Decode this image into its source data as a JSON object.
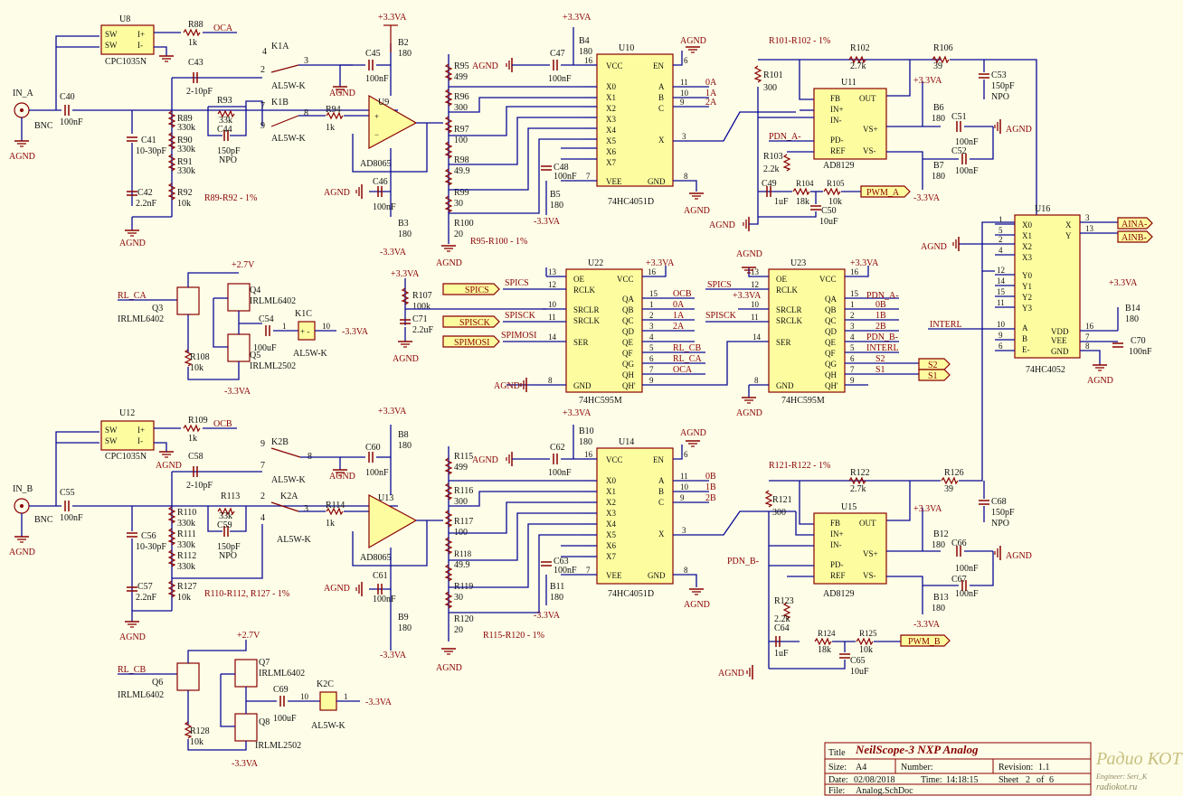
{
  "colors": {
    "background": "#fdfde8",
    "wire": "#0a0a96",
    "component": "#8a0000",
    "fill": "#fdfda0"
  },
  "notes": {
    "r89": "R89-R92 - 1%",
    "r95": "R95-R100 - 1%",
    "r101": "R101-R102 - 1%",
    "r110": "R110-R112, R127 - 1%",
    "r115": "R115-R120 - 1%",
    "r121": "R121-R122 - 1%"
  },
  "parts": {
    "u8": "U8",
    "u8_type": "CPC1035N",
    "u12": "U12",
    "u12_type": "CPC1035N",
    "u9": "U9",
    "u9_type": "AD8065",
    "u13": "U13",
    "u13_type": "AD8065",
    "u10": "U10",
    "u10_type": "74HC4051D",
    "u14": "U14",
    "u14_type": "74HC4051D",
    "u11": "U11",
    "u11_type": "AD8129",
    "u15": "U15",
    "u15_type": "AD8129",
    "u16": "U16",
    "u16_type": "74HC4052",
    "u22": "U22",
    "u22_type": "74HC595M",
    "u23": "U23",
    "u23_type": "74HC595M",
    "in_a": "IN_A",
    "in_b": "IN_B",
    "bnc": "BNC"
  },
  "nets": {
    "oca": "OCA",
    "ocb": "OCB",
    "agnd": "AGND",
    "p33": "+3.3VA",
    "m33": "-3.3VA",
    "p27": "+2.7V",
    "m33n": "-3.3VA",
    "pwm_a": "PWM_A",
    "pwm_b": "PWM_B",
    "pdn_a": "PDN_A-",
    "pdn_b": "PDN_B-",
    "aina": "AINA-",
    "ainb": "AINB-",
    "rl_ca": "RL_CA",
    "rl_cb": "RL_CB",
    "spics": "SPICS",
    "spisck": "SPISCK",
    "spimosi": "SPIMOSI",
    "interl": "INTERL",
    "s1": "S1",
    "s2": "S2"
  },
  "u10_pins_left": [
    "VCC",
    "X0",
    "X1",
    "X2",
    "X3",
    "X4",
    "X5",
    "X6",
    "X7",
    "VEE"
  ],
  "u10_pins_right": [
    "EN",
    "A",
    "B",
    "C",
    "X",
    "GND"
  ],
  "u16_pins_left": [
    "X0",
    "X1",
    "X2",
    "X3",
    "Y0",
    "Y1",
    "Y2",
    "Y3",
    "A",
    "B",
    "E-"
  ],
  "u16_pins_right": [
    "X",
    "Y",
    "VDD",
    "VEE",
    "GND"
  ],
  "u22_pins_left": [
    "OE",
    "RCLK",
    "SRCLR",
    "SRCLK",
    "SER",
    "GND"
  ],
  "u22_pins_right": [
    "VCC",
    "QA",
    "QB",
    "QC",
    "QD",
    "QE",
    "QF",
    "QG",
    "QH",
    "QH'"
  ],
  "u22_outputs": [
    "OCB",
    "0A",
    "1A",
    "2A",
    "",
    "RL_CB",
    "RL_CA",
    "OCA"
  ],
  "u23_outputs": [
    "PDN_A-",
    "0B",
    "1B",
    "2B",
    "PDN_B-",
    "INTERL",
    "S2",
    "S1"
  ],
  "title_block": {
    "title_label": "Title",
    "title": "NeilScope-3 NXP  Analog",
    "size_label": "Size:",
    "size": "A4",
    "number_label": "Number:",
    "number": "",
    "revision_label": "Revision:",
    "revision": "1.1",
    "date_label": "Date:",
    "date": "02/08/2018",
    "time_label": "Time:",
    "time": "14:18:15",
    "sheet_label": "Sheet",
    "sheet": "2",
    "of_label": "of",
    "of": "6",
    "file_label": "File:",
    "file": "Analog.SchDoc",
    "logo": "Радио КОТ",
    "engineer": "Engineer: Seri_K",
    "site": "radiokot.ru"
  }
}
